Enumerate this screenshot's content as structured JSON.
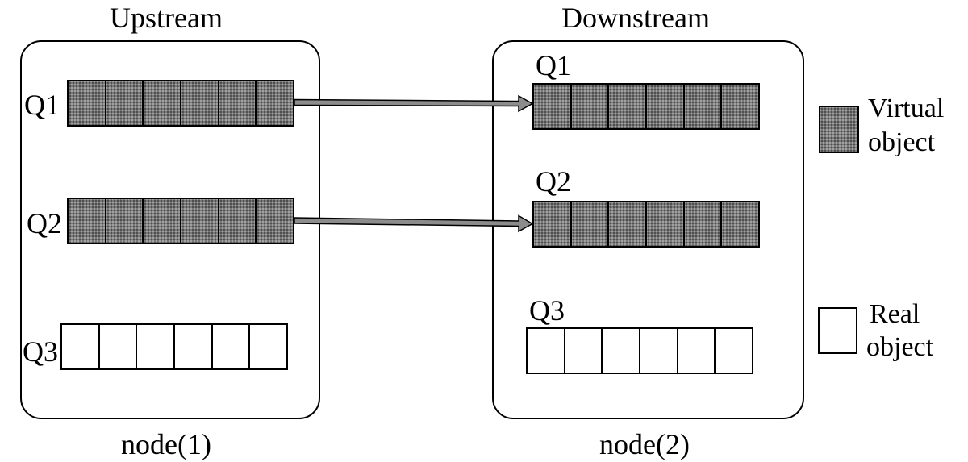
{
  "upstream": {
    "heading": "Upstream",
    "node_label": "node(1)",
    "queues": [
      {
        "label": "Q1",
        "type": "virtual",
        "cells": 6
      },
      {
        "label": "Q2",
        "type": "virtual",
        "cells": 6
      },
      {
        "label": "Q3",
        "type": "real",
        "cells": 6
      }
    ]
  },
  "downstream": {
    "heading": "Downstream",
    "node_label": "node(2)",
    "queues": [
      {
        "label": "Q1",
        "type": "virtual",
        "cells": 6
      },
      {
        "label": "Q2",
        "type": "virtual",
        "cells": 6
      },
      {
        "label": "Q3",
        "type": "real",
        "cells": 6
      }
    ]
  },
  "legend": {
    "virtual": {
      "line1": "Virtual",
      "line2": "object",
      "color": "#7a7a7a"
    },
    "real": {
      "line1": "Real",
      "line2": "object",
      "color": "#ffffff"
    }
  },
  "arrows": [
    {
      "from": "upstream.Q1",
      "to": "downstream.Q1"
    },
    {
      "from": "upstream.Q2",
      "to": "downstream.Q2"
    }
  ]
}
